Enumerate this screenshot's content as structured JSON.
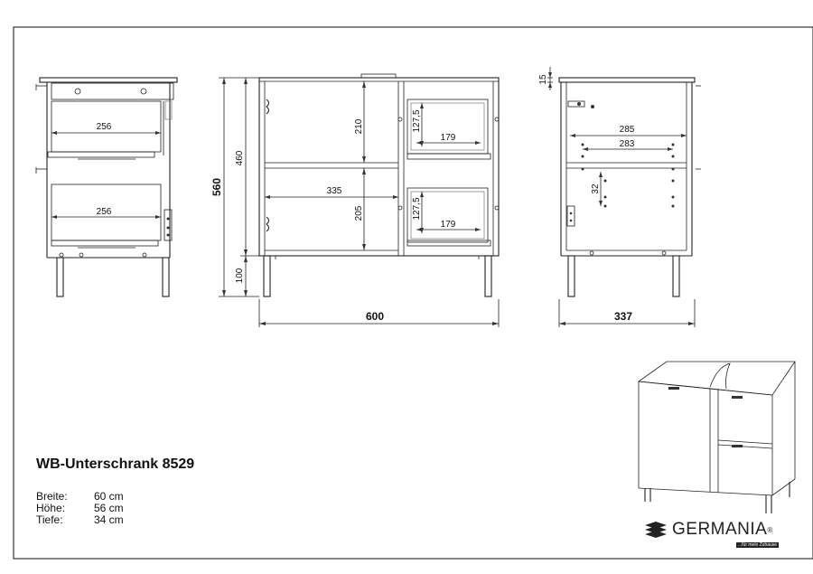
{
  "product": {
    "title": "WB-Unterschrank 8529",
    "specs": [
      {
        "label": "Breite:",
        "value": "60 cm"
      },
      {
        "label": "Höhe:",
        "value": "56 cm"
      },
      {
        "label": "Tiefe:",
        "value": "34 cm"
      }
    ]
  },
  "dimensions": {
    "front_top_drawer_inner": "256",
    "front_bottom_drawer_inner": "256",
    "total_height": "560",
    "body_height": "460",
    "leg_height": "100",
    "total_width": "600",
    "upper_compartment_height": "210",
    "lower_compartment_height": "205",
    "compartment_width": "335",
    "drawer_height_upper": "127,5",
    "drawer_height_lower": "127,5",
    "drawer_width_upper": "179",
    "drawer_width_lower": "179",
    "top_thickness": "15",
    "side_depth_outer": "285",
    "side_depth_inner": "283",
    "side_hole_spacing": "32",
    "total_depth": "337"
  },
  "brand": {
    "name": "GERMANIA",
    "trademark": "®",
    "tagline": "...für mein Zuhause"
  },
  "icons": {
    "logo": "layered-stack-icon"
  }
}
